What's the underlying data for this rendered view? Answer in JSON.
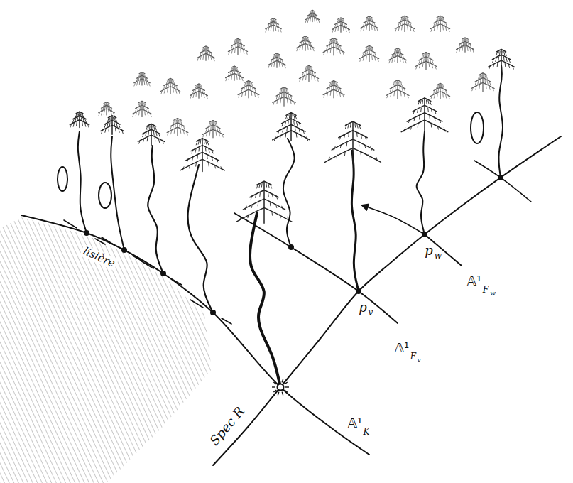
{
  "diagram": {
    "labels": [
      "lisière",
      "Spec R",
      "p",
      "v",
      "p",
      "w",
      "𝔸¹",
      "F",
      "v",
      "𝔸¹",
      "F",
      "w",
      "𝔸¹",
      "K"
    ]
  }
}
